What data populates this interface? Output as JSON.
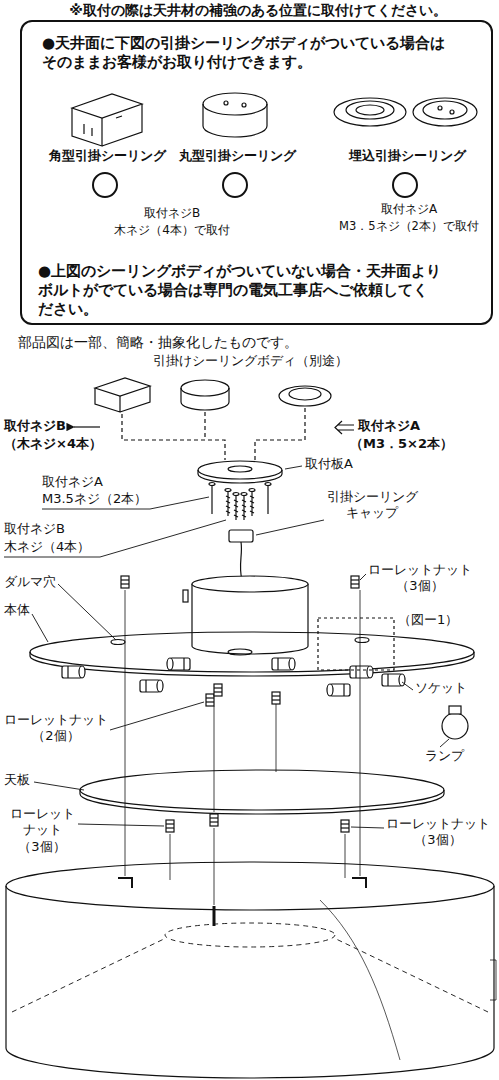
{
  "diagram": {
    "nodes": [
      {
        "text": [
          "●天井面に下図の引掛シーリングボディがついている場合は そのままお客様がお取り付けできます。",
          "角型引掛シーリング",
          "丸型引掛シーリング",
          "埋込引掛シーリング",
          "取付ネジB",
          "木ネジ（4本）で取付",
          "取付ネジA",
          "M3．5ネジ（2本）で取付",
          "●上図のシーリングボディがついていない場合・天井面より ボルトがでている場合は専門の電気工事店へご依頼してく ださい。"
        ]
      }
    ],
    "labels": [
      "※取付の際は天井材の補強のある位置に取付けてください。",
      "部品図は一部、簡略・抽象化したものです。",
      "引掛けシーリングボディ（別途）",
      "取付ネジB",
      "（木ネジ×4本）",
      "取付ネジA",
      "（M3．5×2本）",
      "取付板A",
      "取付ネジA",
      "M3.5ネジ（2本）",
      "引掛シーリング キャップ",
      "取付ネジB",
      "木ネジ（4本）",
      "ダルマ穴",
      "ローレットナット （3個）",
      "本体",
      "（図ー1）",
      "ソケット",
      "ランプ",
      "ローレットナット （2個）",
      "天板",
      "ローレット ナット （3個）",
      "ローレットナット （3個）"
    ]
  }
}
